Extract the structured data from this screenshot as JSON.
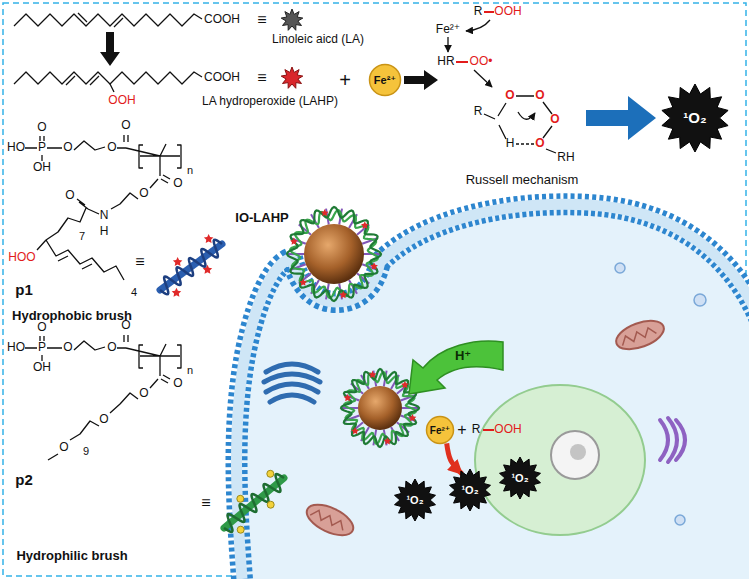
{
  "diagram": {
    "nodes": [
      {
        "text": [
          "Fe²⁺"
        ]
      },
      {
        "text": [
          "¹O₂"
        ]
      },
      {
        "text": [
          "H⁺"
        ]
      },
      {
        "text": [
          "Fe²⁺"
        ]
      },
      {
        "text": [
          "¹O₂"
        ]
      },
      {
        "text": [
          "¹O₂"
        ]
      },
      {
        "text": [
          "¹O₂"
        ]
      }
    ],
    "edges": [
      {
        "from": 3,
        "to": 5,
        "arrow": "to"
      }
    ],
    "labels": [
      "COOH",
      "≡",
      "Linoleic aicd (LA)",
      "OOH",
      "COOH",
      "≡",
      "LA hydroperoxide (LAHP)",
      "+",
      "Fe²⁺",
      "R",
      "OOH",
      "HR",
      "OO•",
      "R",
      "H",
      "O",
      "O",
      "O",
      "O",
      "RH",
      "Russell mechanism",
      "O",
      "HO",
      "P",
      "OH",
      "O",
      "O",
      "O",
      "n",
      "O",
      "O",
      "N",
      "H",
      "O",
      "HOO",
      "7",
      "4",
      "p1",
      "Hydrophobic brush",
      "≡",
      "O",
      "HO",
      "P",
      "OH",
      "O",
      "O",
      "O",
      "n",
      "O",
      "O",
      "O",
      "O",
      "9",
      "p2",
      "Hydrophilic brush",
      "≡",
      "IO-LAHP",
      "+",
      "R",
      "OOH"
    ]
  }
}
